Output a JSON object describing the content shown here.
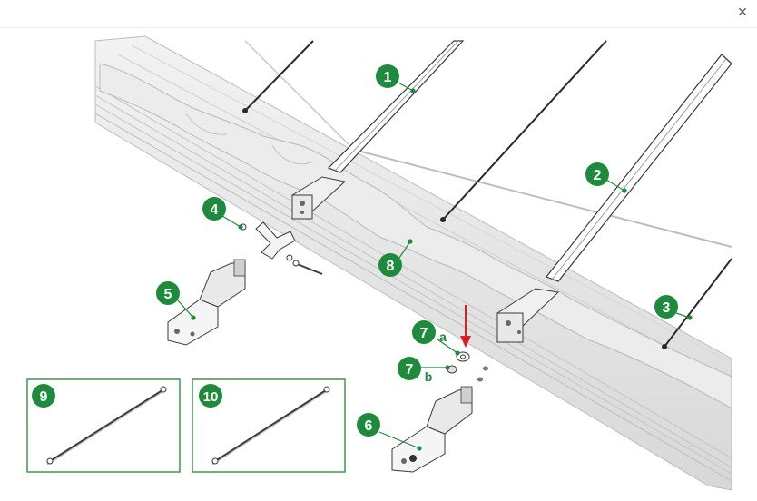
{
  "modal": {
    "close_glyph": "×",
    "close_icon": "close-icon"
  },
  "colors": {
    "badge": "#1e8b3c",
    "arrow": "#e31b23",
    "box_border": "#3d9a4d",
    "line": "#3a3a3a"
  },
  "callouts": [
    {
      "id": "1",
      "label": "1"
    },
    {
      "id": "2",
      "label": "2"
    },
    {
      "id": "3",
      "label": "3"
    },
    {
      "id": "4",
      "label": "4"
    },
    {
      "id": "5",
      "label": "5"
    },
    {
      "id": "6",
      "label": "6"
    },
    {
      "id": "7a",
      "label": "7",
      "sub": "a"
    },
    {
      "id": "7b",
      "label": "7",
      "sub": "b"
    },
    {
      "id": "8",
      "label": "8"
    },
    {
      "id": "9",
      "label": "9"
    },
    {
      "id": "10",
      "label": "10"
    }
  ]
}
